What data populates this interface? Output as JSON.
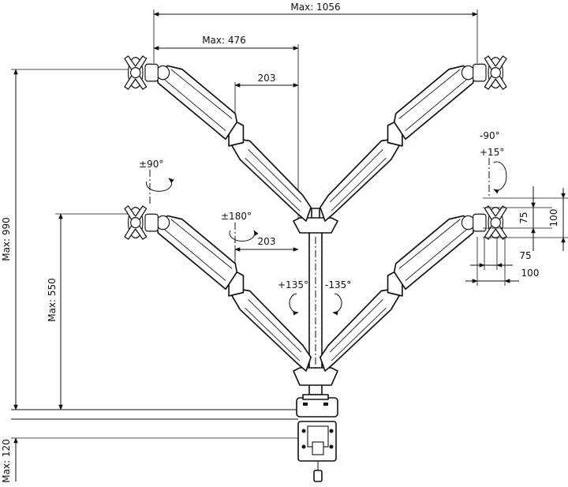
{
  "dimensions": {
    "total_width": "Max: 1056",
    "arm_reach": "Max: 476",
    "upper_offset": "203",
    "lower_offset": "203",
    "total_height": "Max: 990",
    "lower_height": "Max: 550",
    "clamp_height": "Max: 120"
  },
  "rotations": {
    "tilt_down": "-90°",
    "tilt_up": "+15°",
    "swivel": "±90°",
    "rotate": "±180°",
    "pan_left": "+135°",
    "pan_right": "-135°"
  },
  "vesa": {
    "v75_vertical": "75",
    "v100_vertical": "100",
    "v75_horizontal": "75",
    "v100_horizontal": "100"
  }
}
